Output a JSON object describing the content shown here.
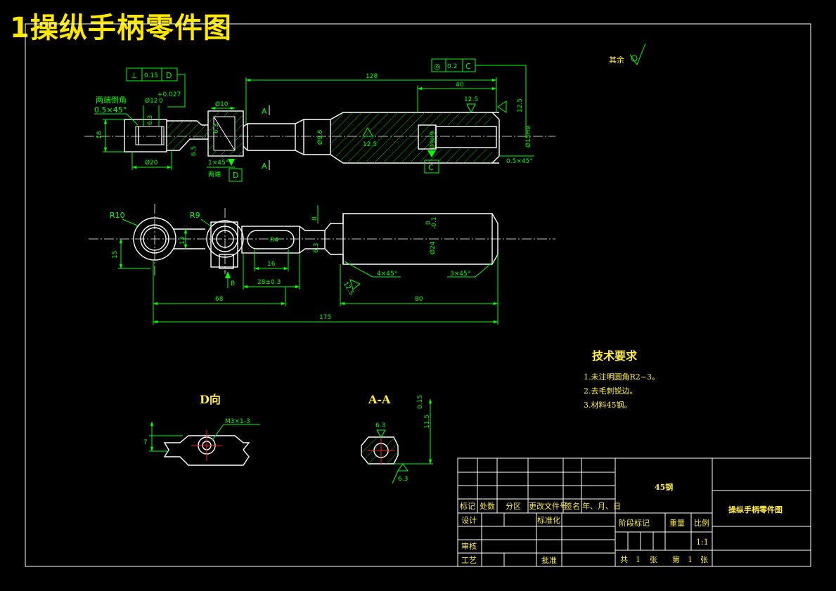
{
  "title": "1操纵手柄零件图",
  "colors": {
    "background": "#000000",
    "geometry": "#ffffff",
    "dimensions": "#00ff00",
    "centers": "#ff2020",
    "title": "#ffe800",
    "notes": "#ffee44"
  },
  "front_view": {
    "perp_frame": {
      "symbol": "⊥",
      "value": "0.15",
      "datum": "D"
    },
    "conc_frame": {
      "symbol": "◎",
      "value": "0.2",
      "datum": "C"
    },
    "chamfer_note": "两端倒角",
    "chamfer_value": "0.5×45°",
    "dia_12": "Ø12",
    "dia_12_tol_up": "+0.027",
    "dia_12_tol_low": "0",
    "dia_10": "Ø10",
    "dia_20": "Ø20",
    "dim_18": "18",
    "dim_6_3": "6.3",
    "dim_6_5": "6.5",
    "dim_6_3b": "6.3",
    "dim_9_8": "Ø9.8",
    "dim_128": "128",
    "dim_40": "40",
    "rough_12_5_a": "12.5",
    "rough_12_5_b": "12.5",
    "rough_12_5_c": "12.5",
    "section_a1": "A",
    "section_a2": "A",
    "chamfer_1": "1×45°",
    "both_ends": "两端",
    "datum_d": "D",
    "datum_c": "C",
    "dim_9_h9": "Ø9H9",
    "dim_15_h9": "Ø15H9",
    "chamfer_end": "0.5×45°"
  },
  "top_view": {
    "r10": "R10",
    "r9": "R9",
    "r4": "R4",
    "dim_15": "15",
    "dim_13": "13",
    "dim_16": "16",
    "dim_28": "28±0.3",
    "dim_68": "68",
    "dim_80": "80",
    "dim_175": "175",
    "dim_6_3": "6.3",
    "dim_8": "8",
    "dim_24": "Ø24",
    "chamfer_4": "4×45°",
    "chamfer_3": "3×45°",
    "rough_12_5": "12.5",
    "arrow_b": "B",
    "tol_upper": "0",
    "tol_lower": "-0.1"
  },
  "other_roughness": "其余",
  "view_d": {
    "label": "D向",
    "thread": "M3×1-3",
    "dim_7": "7"
  },
  "view_aa": {
    "label": "A-A",
    "dim_6_3a": "6.3",
    "dim_6_3b": "6.3",
    "dim_11_5": "11.5",
    "dim_tol": "0.15"
  },
  "tech_requirements": {
    "heading": "技术要求",
    "items": [
      "1.未注明圆角R2~3。",
      "2.去毛刺锐边。",
      "3.材料45钢。"
    ]
  },
  "title_block": {
    "material": "45钢",
    "part_name": "操纵手柄零件图",
    "header_row": [
      "标记",
      "处数",
      "分区",
      "更改文件号",
      "签名",
      "年、月、日"
    ],
    "design": "设计",
    "standardization": "标准化",
    "review": "审核",
    "process": "工艺",
    "approve": "批准",
    "stage_mark": "阶段标记",
    "weight": "重量",
    "scale": "比例",
    "scale_value": "1:1",
    "sheets_total_pre": "共",
    "sheets_total": "1",
    "sheets_unit": "张",
    "sheet_no_pre": "第",
    "sheet_no": "1",
    "sheet_unit2": "张"
  }
}
